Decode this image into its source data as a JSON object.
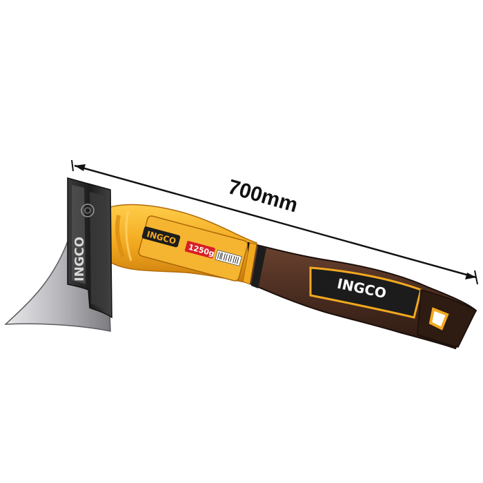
{
  "product": {
    "brand": "INGCO",
    "length_label": "700mm",
    "weight_label": "1250g",
    "colors": {
      "handle_yellow": "#f2a91f",
      "handle_orange": "#e08a10",
      "grip_brown": "#4a2c20",
      "grip_black": "#1c1c1c",
      "head_dark": "#2b2b2b",
      "blade_steel": "#b8b8bc",
      "dimension_line": "#111111"
    },
    "icons": [
      "axe-head",
      "dimension-arrow",
      "hang-hole-icon"
    ]
  }
}
